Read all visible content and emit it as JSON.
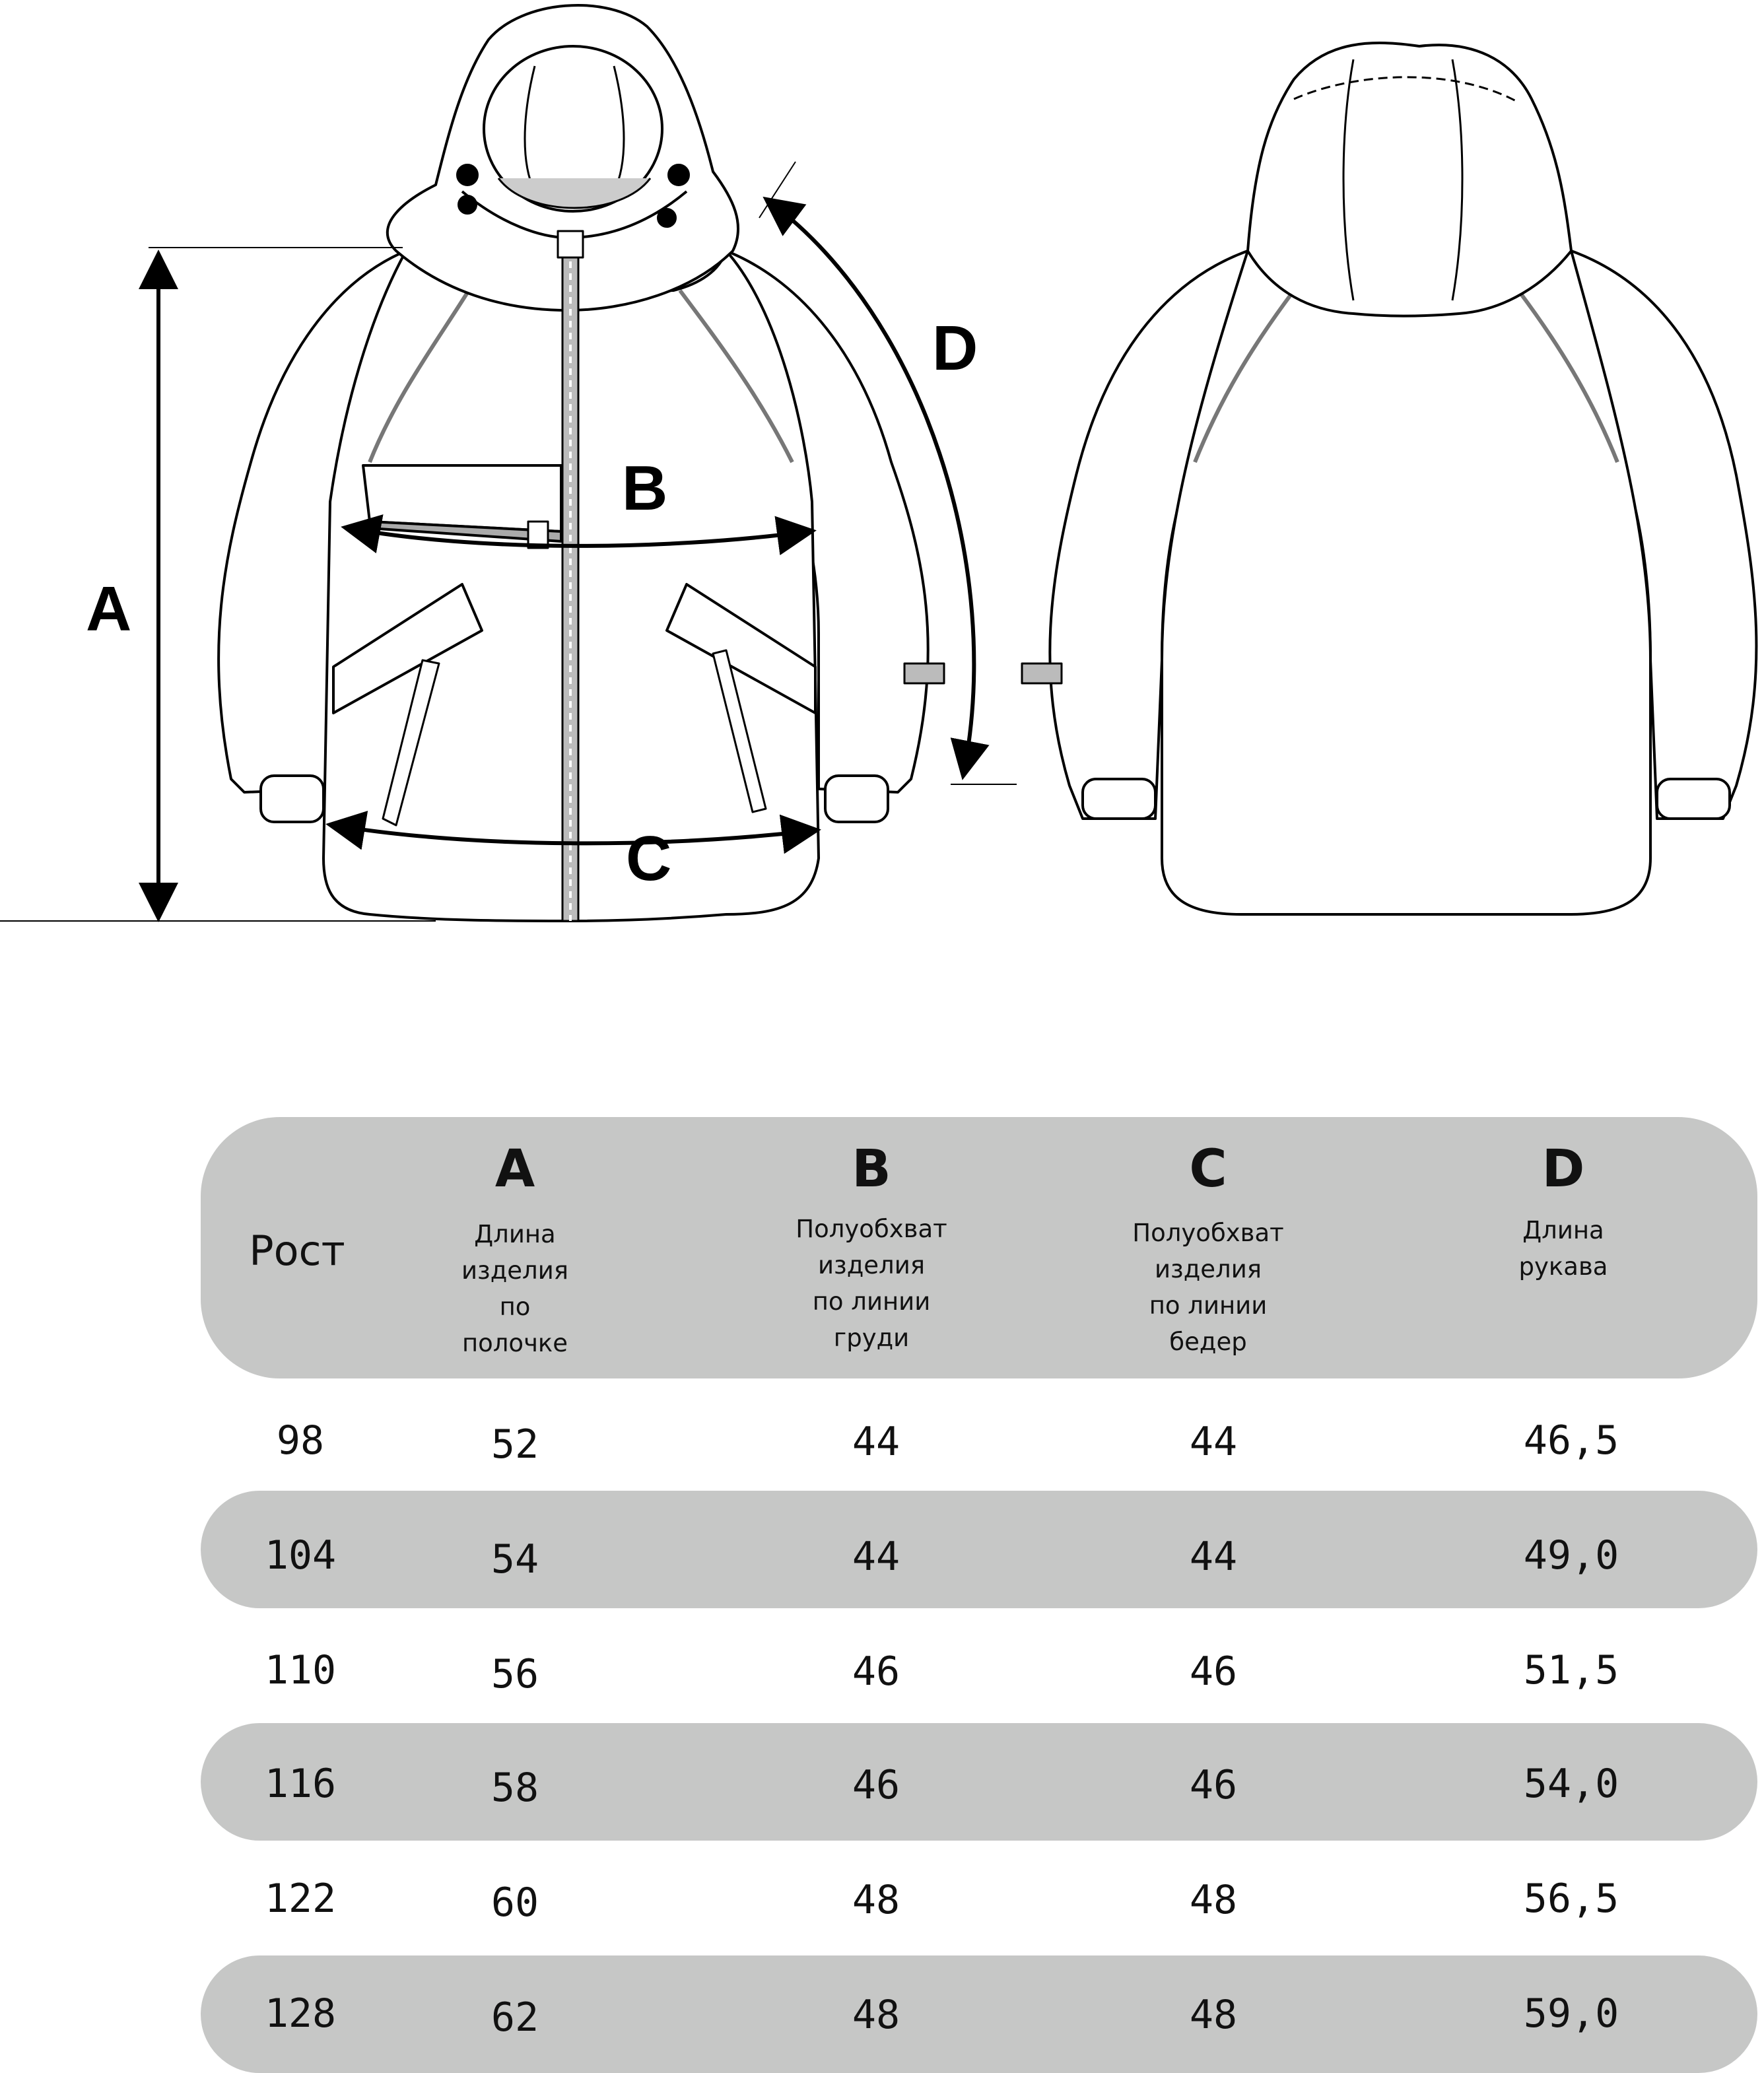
{
  "diagram": {
    "labels": {
      "A": "A",
      "B": "B",
      "C": "C",
      "D": "D"
    }
  },
  "table": {
    "header": {
      "height": "Рост",
      "columns": [
        {
          "letter": "A",
          "desc": [
            "Длина",
            "изделия",
            "по",
            "полочке"
          ]
        },
        {
          "letter": "B",
          "desc": [
            "Полуобхват",
            "изделия",
            "по линии",
            "груди"
          ]
        },
        {
          "letter": "C",
          "desc": [
            "Полуобхват",
            "изделия",
            "по линии",
            "бедер"
          ]
        },
        {
          "letter": "D",
          "desc": [
            "Длина",
            "рукава"
          ]
        }
      ]
    },
    "rows": [
      {
        "height": "98",
        "a": "52",
        "b": "44",
        "c": "44",
        "d": "46,5"
      },
      {
        "height": "104",
        "a": "54",
        "b": "44",
        "c": "44",
        "d": "49,0"
      },
      {
        "height": "110",
        "a": "56",
        "b": "46",
        "c": "46",
        "d": "51,5"
      },
      {
        "height": "116",
        "a": "58",
        "b": "46",
        "c": "46",
        "d": "54,0"
      },
      {
        "height": "122",
        "a": "60",
        "b": "48",
        "c": "48",
        "d": "56,5"
      },
      {
        "height": "128",
        "a": "62",
        "b": "48",
        "c": "48",
        "d": "59,0"
      }
    ],
    "colors": {
      "band": "#c6c7c6"
    }
  }
}
